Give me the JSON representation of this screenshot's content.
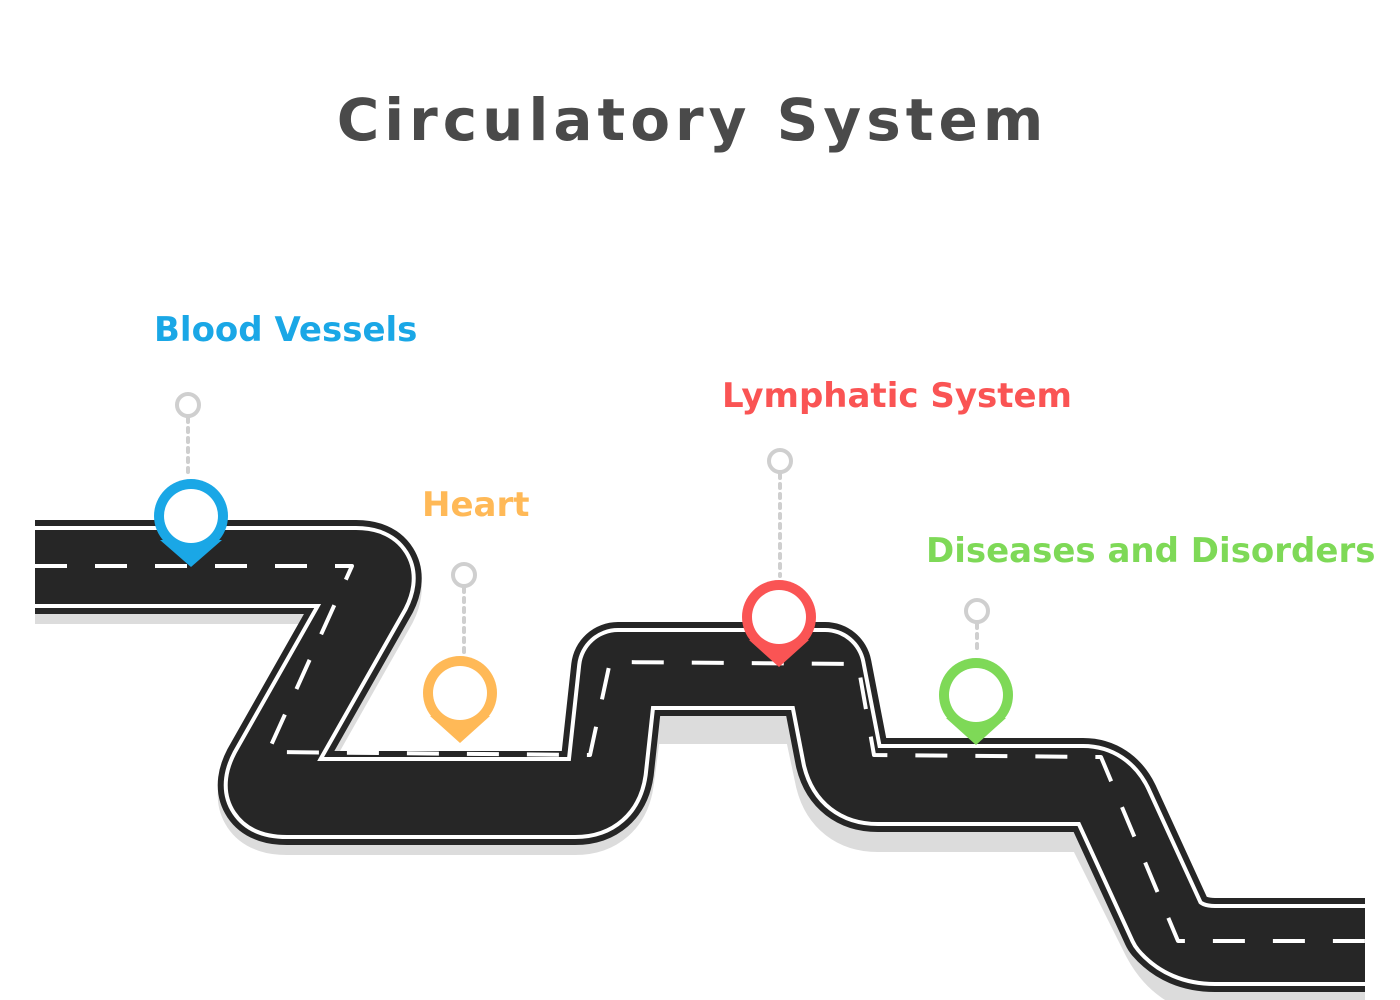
{
  "title": "Circulatory System",
  "stops": [
    {
      "label": "Blood Vessels",
      "color": "#1aa7e6"
    },
    {
      "label": "Heart",
      "color": "#ffb957"
    },
    {
      "label": "Lymphatic System",
      "color": "#fa5454"
    },
    {
      "label": "Diseases and Disorders",
      "color": "#7ed957"
    }
  ],
  "colors": {
    "road": "#262626",
    "road_edge": "#ffffff",
    "lane_marks": "#ffffff",
    "shadow": "#dcdcdc",
    "connector": "#cfcfcf",
    "title": "#4a4a4a"
  },
  "icons": {
    "stop_marker": "map-pin-icon",
    "connector_end": "ring-icon"
  }
}
